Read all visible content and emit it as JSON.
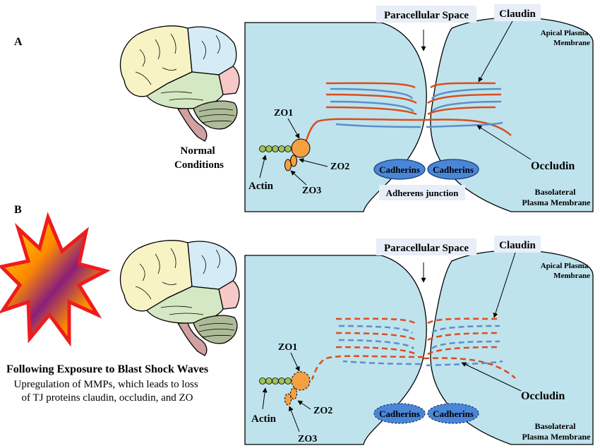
{
  "panel_a": {
    "letter": "A",
    "condition_line1": "Normal",
    "condition_line2": "Conditions",
    "paracellular": "Paracellular Space",
    "claudin": "Claudin",
    "apical_line1": "Apical Plasma",
    "apical_line2": "Membrane",
    "zo1": "ZO1",
    "zo2": "ZO2",
    "zo3": "ZO3",
    "actin": "Actin",
    "cadherins_left": "Cadherins",
    "cadherins_right": "Cadherins",
    "adherens": "Adherens junction",
    "occludin": "Occludin",
    "basolateral_line1": "Basolateral",
    "basolateral_line2": "Plasma Membrane"
  },
  "panel_b": {
    "letter": "B",
    "heading": "Following Exposure to Blast Shock Waves",
    "desc_line1": "Upregulation of MMPs, which leads to loss",
    "desc_line2": "of TJ proteins claudin, occludin, and ZO",
    "paracellular": "Paracellular Space",
    "claudin": "Claudin",
    "apical_line1": "Apical Plasma",
    "apical_line2": "Membrane",
    "zo1": "ZO1",
    "zo2": "ZO2",
    "zo3": "ZO3",
    "actin": "Actin",
    "cadherins_left": "Cadherins",
    "cadherins_right": "Cadherins",
    "occludin": "Occludin",
    "basolateral_line1": "Basolateral",
    "basolateral_line2": "Plasma Membrane"
  },
  "colors": {
    "cell": "#bfe3ec",
    "claudin_strand": "#d94e1e",
    "occludin_strand": "#5b8fc9",
    "zo": "#f5a040",
    "actin": "#9dc25a",
    "cadherin": "#4a86d8",
    "brain_frontal": "#f8f3c4",
    "brain_parietal": "#d5ecf6",
    "brain_temporal": "#d5e8c4",
    "brain_occipital": "#f6c8c8",
    "cerebellum": "#aebb98",
    "brainstem": "#d1a1a1"
  }
}
